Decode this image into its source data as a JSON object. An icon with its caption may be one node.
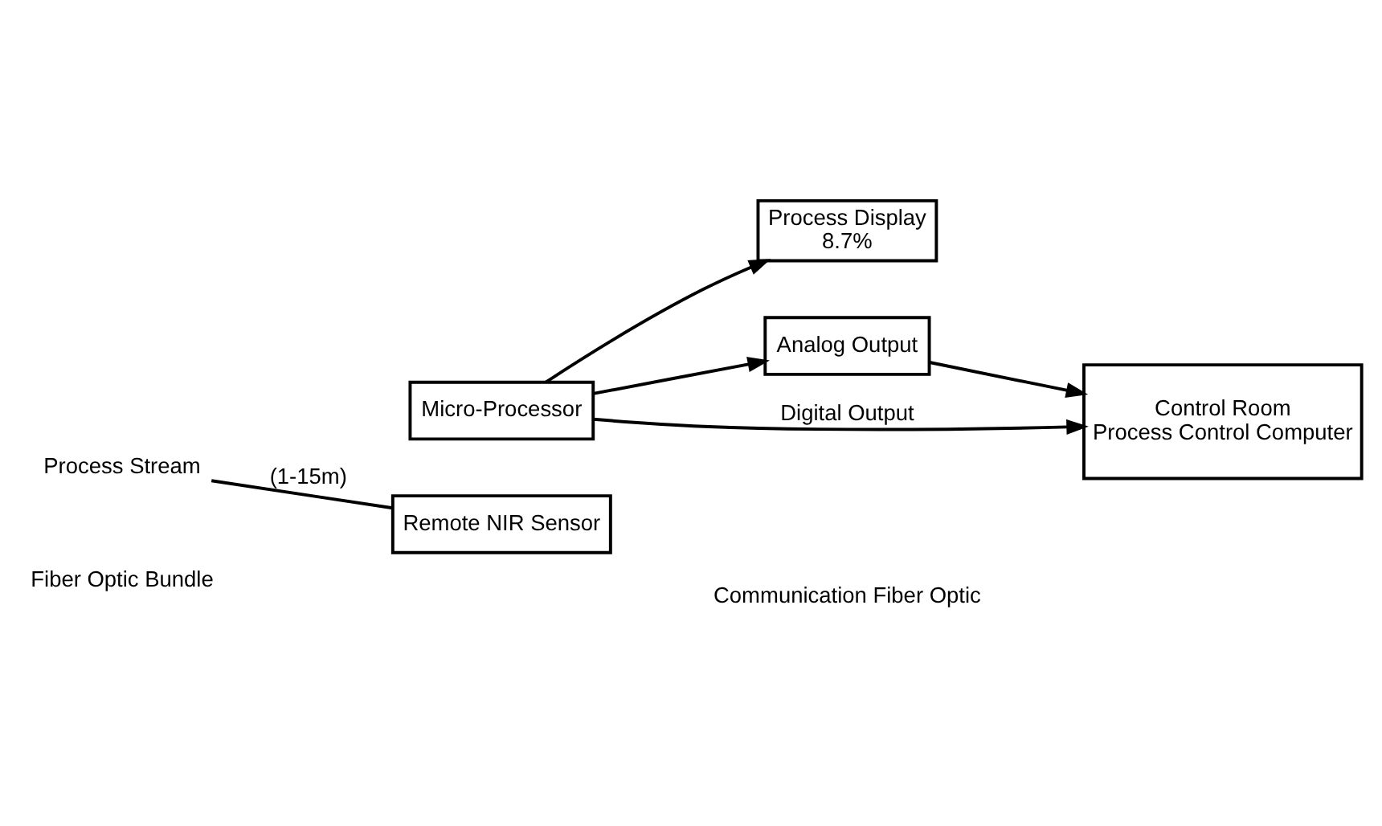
{
  "diagram": {
    "nodes": [
      {
        "text": [
          "Process Stream"
        ]
      },
      {
        "text": [
          "Remote NIR Sensor"
        ]
      },
      {
        "text": [
          "Micro-Processor"
        ]
      },
      {
        "text": [
          "Process Display",
          "8.7%"
        ]
      },
      {
        "text": [
          "Analog Output"
        ]
      },
      {
        "text": [
          "Control Room",
          "Process Control Computer"
        ]
      }
    ],
    "edges": [
      {
        "from": 0,
        "to": 1,
        "arrow": "none",
        "label": "(1-15m)"
      },
      {
        "from": 2,
        "to": 3,
        "arrow": "to"
      },
      {
        "from": 2,
        "to": 5,
        "arrow": "to",
        "label": "Digital Output"
      },
      {
        "from": 2,
        "to": 4,
        "arrow": "to"
      },
      {
        "from": 4,
        "to": 5,
        "arrow": "to"
      }
    ],
    "labels": [
      "Fiber Optic Bundle",
      "Communication Fiber Optic"
    ]
  }
}
